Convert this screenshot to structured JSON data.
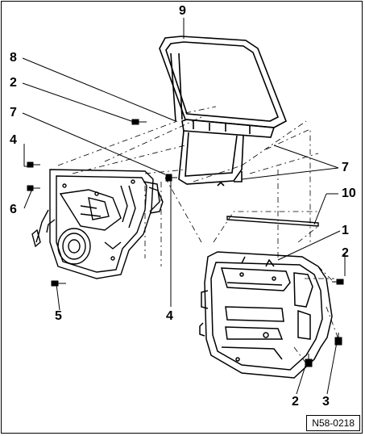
{
  "figure": {
    "reference": "N58-0218",
    "callouts": [
      {
        "id": "c9",
        "text": "9"
      },
      {
        "id": "c8",
        "text": "8"
      },
      {
        "id": "c2a",
        "text": "2"
      },
      {
        "id": "c7a",
        "text": "7"
      },
      {
        "id": "c4a",
        "text": "4"
      },
      {
        "id": "c6",
        "text": "6"
      },
      {
        "id": "c5",
        "text": "5"
      },
      {
        "id": "c4b",
        "text": "4"
      },
      {
        "id": "c7b",
        "text": "7"
      },
      {
        "id": "c10",
        "text": "10"
      },
      {
        "id": "c1",
        "text": "1"
      },
      {
        "id": "c2b",
        "text": "2"
      },
      {
        "id": "c2c",
        "text": "2"
      },
      {
        "id": "c3",
        "text": "3"
      }
    ]
  }
}
